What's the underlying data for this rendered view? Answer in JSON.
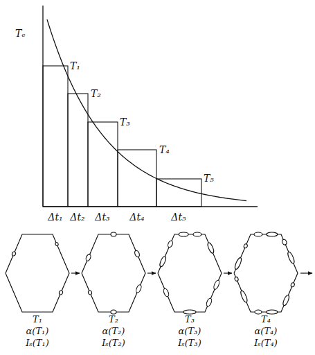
{
  "diagram": {
    "nodes": [
      {
        "text": [
          "T₁",
          "α(T₁)",
          "Iₛ(T₁)"
        ]
      },
      {
        "text": [
          "T₂",
          "α(T₂)",
          "Iₛ(T₂)"
        ]
      },
      {
        "text": [
          "T₃",
          "α(T₃)",
          "Iₛ(T₃)"
        ]
      },
      {
        "text": [
          "T₄",
          "α(T₄)",
          "Iₛ(T₄)"
        ]
      }
    ],
    "edges": [
      {
        "from": 0,
        "to": 1,
        "arrow": "to"
      },
      {
        "from": 1,
        "to": 2,
        "arrow": "to"
      },
      {
        "from": 2,
        "to": 3,
        "arrow": "to"
      }
    ],
    "labels": [
      "Tₑ",
      "T₁",
      "T₂",
      "T₃",
      "T₄",
      "T₅",
      "Δt₁",
      "Δt₂",
      "Δt₃",
      "Δt₄",
      "Δt₅"
    ]
  }
}
